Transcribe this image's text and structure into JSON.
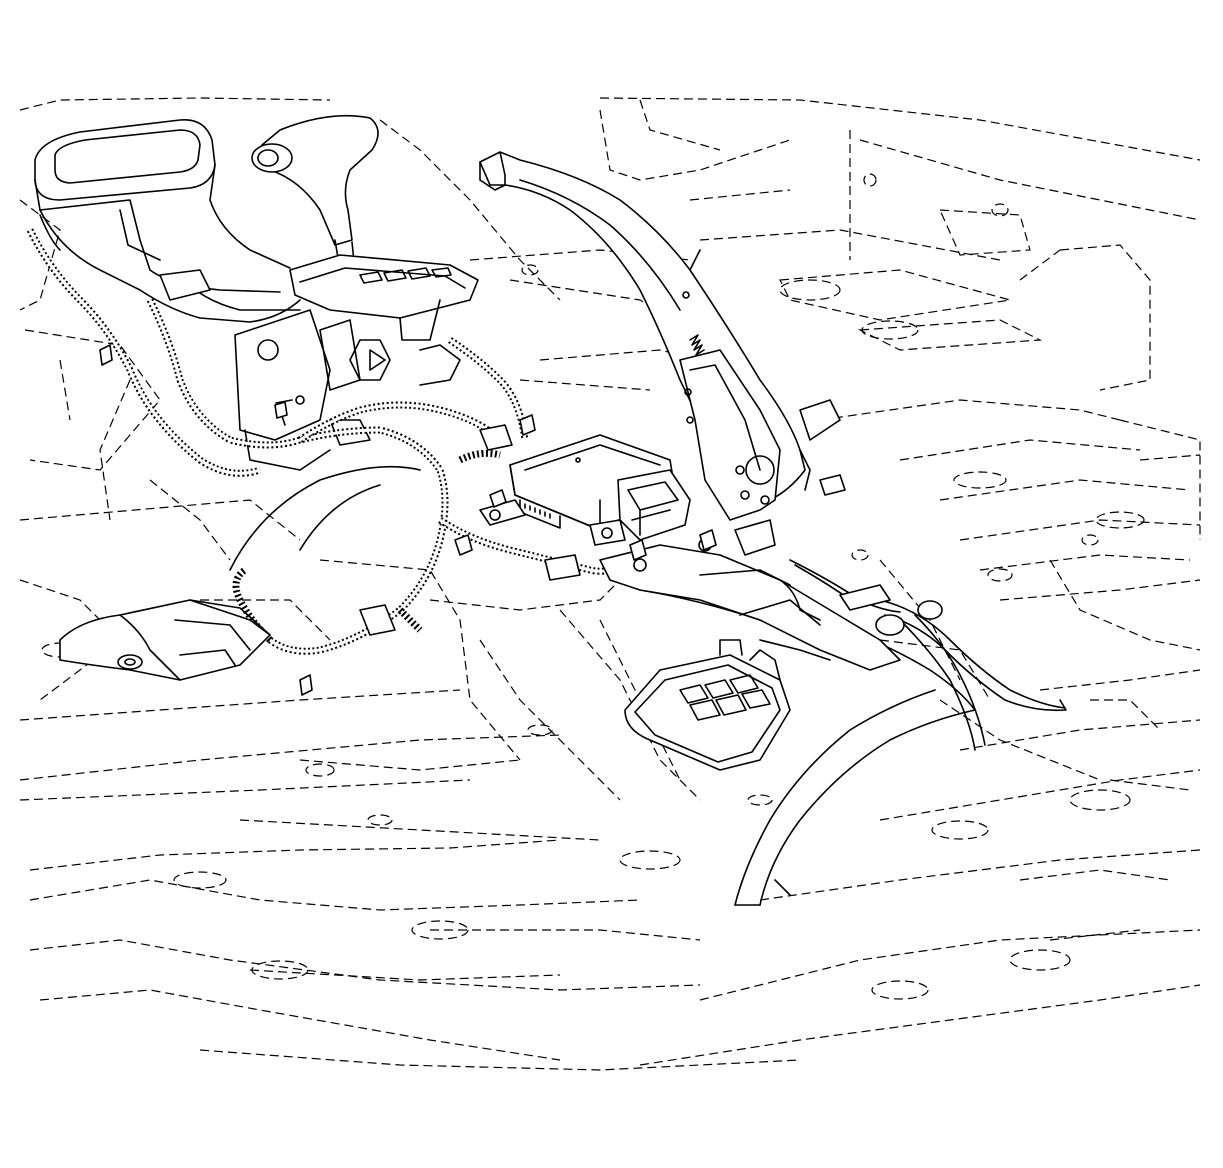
{
  "diagram": {
    "style": "line-art",
    "colors": {
      "ink": "#000000",
      "paper": "#ffffff"
    },
    "components": [
      "shifter-knob",
      "shift-indicator-bezel",
      "air-duct",
      "wiring-harness",
      "control-module",
      "module-connector",
      "parking-brake-lever",
      "parking-brake-cables",
      "floor-bracket",
      "cable-guide"
    ]
  }
}
